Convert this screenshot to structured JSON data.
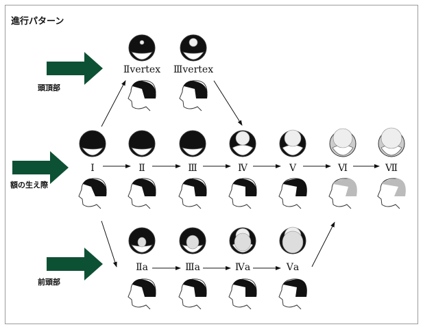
{
  "title": "進行パターン",
  "groups": {
    "vertex": "頭頂部",
    "hairline": "額の生え際",
    "front": "前頭部"
  },
  "stages": {
    "IIv": "Ⅱvertex",
    "IIIv": "Ⅲvertex",
    "I": "Ⅰ",
    "II": "Ⅱ",
    "III": "Ⅲ",
    "IV": "Ⅳ",
    "V": "Ⅴ",
    "VI": "Ⅵ",
    "VII": "Ⅶ",
    "IIa": "Ⅱa",
    "IIIa": "Ⅲa",
    "IVa": "Ⅳa",
    "Va": "Ⅴa"
  },
  "colors": {
    "arrow": "#0d5134",
    "hair": "#111111"
  }
}
